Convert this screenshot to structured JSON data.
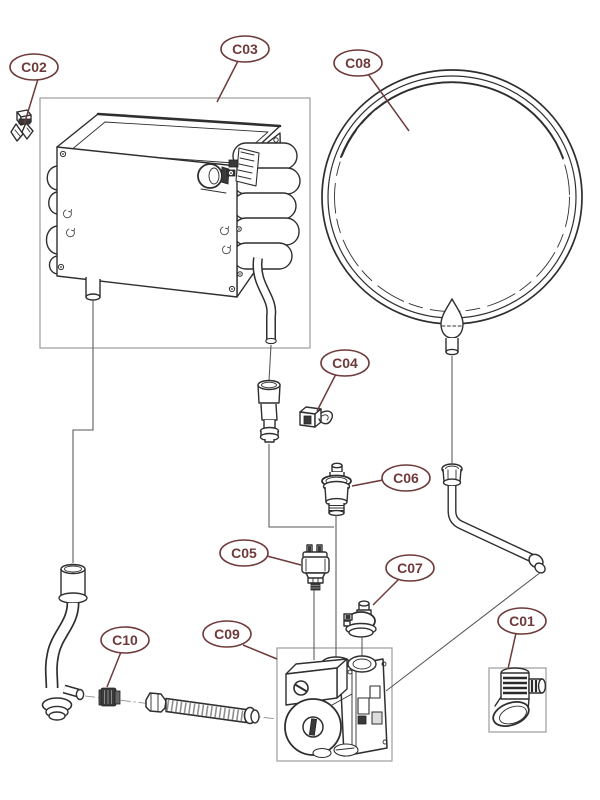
{
  "diagram": {
    "type": "exploded-parts-diagram",
    "callouts": [
      {
        "label": "C01"
      },
      {
        "label": "C02"
      },
      {
        "label": "C03"
      },
      {
        "label": "C04"
      },
      {
        "label": "C05"
      },
      {
        "label": "C06"
      },
      {
        "label": "C07"
      },
      {
        "label": "C08"
      },
      {
        "label": "C09"
      },
      {
        "label": "C10"
      }
    ],
    "colors": {
      "callout": "#6e3a3a",
      "line": "#2f2f2f",
      "frame": "#a3a3a3",
      "background": "#ffffff"
    }
  }
}
